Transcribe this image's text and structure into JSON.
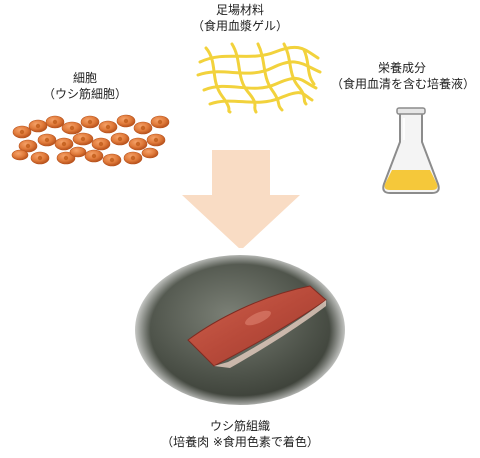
{
  "labels": {
    "cells_title": "細胞",
    "cells_sub": "（ウシ筋細胞）",
    "scaffold_title": "足場材料",
    "scaffold_sub": "（食用血漿ゲル）",
    "nutrient_title": "栄養成分",
    "nutrient_sub": "（食用血清を含む培養液）",
    "result_title": "ウシ筋組織",
    "result_sub": "（培養肉 ※食用色素で着色）"
  },
  "icons": {
    "cells": "cell-cluster-icon",
    "scaffold": "gel-fiber-mesh-icon",
    "flask": "erlenmeyer-flask-icon",
    "arrow": "down-arrow-icon",
    "tissue": "cultured-meat-photo"
  },
  "colors": {
    "cell_fill": "#e07a3a",
    "cell_dark": "#b8521c",
    "fiber": "#f2d23c",
    "flask_liquid": "#f5c83a",
    "flask_glass": "#9a9a9a",
    "arrow": "#f9dcc4",
    "dish": "#4c5148",
    "meat": "#b84a3a"
  }
}
